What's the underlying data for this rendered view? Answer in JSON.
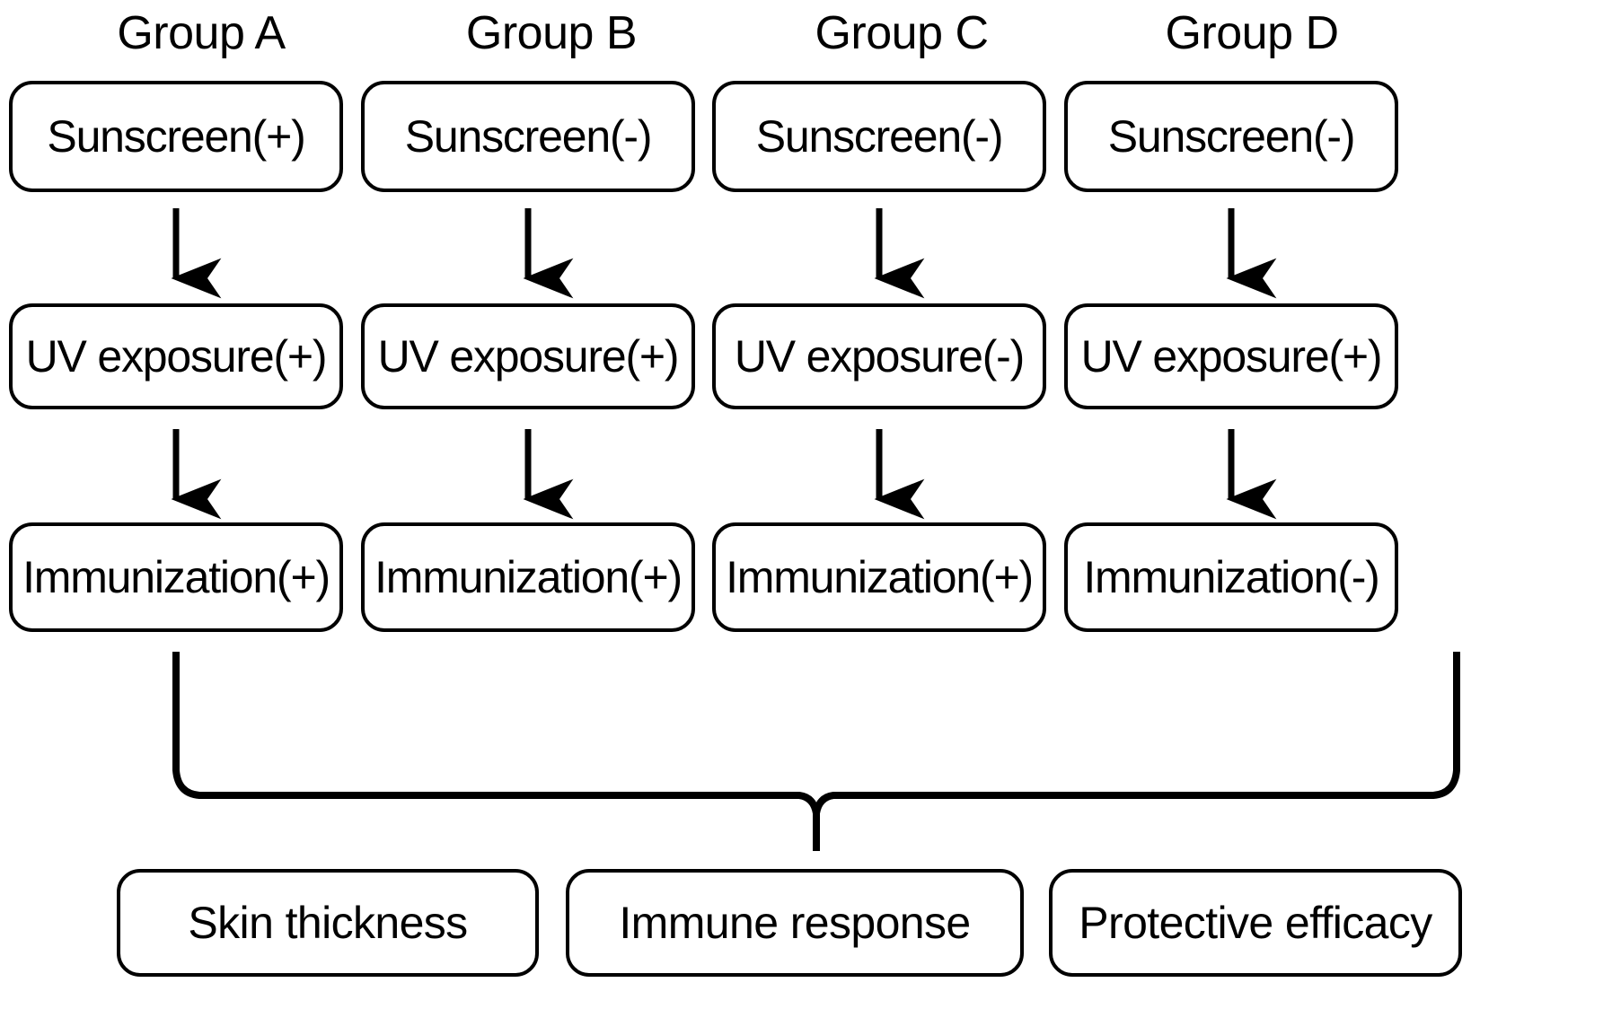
{
  "diagram": {
    "type": "experimental-design-flowchart",
    "background_color": "#ffffff",
    "line_color": "#000000",
    "columns": [
      {
        "header": "Group A",
        "steps": [
          "Sunscreen(+)",
          "UV exposure(+)",
          "Immunization(+)"
        ]
      },
      {
        "header": "Group B",
        "steps": [
          "Sunscreen(-)",
          "UV exposure(+)",
          "Immunization(+)"
        ]
      },
      {
        "header": "Group C",
        "steps": [
          "Sunscreen(-)",
          "UV exposure(-)",
          "Immunization(+)"
        ]
      },
      {
        "header": "Group D",
        "steps": [
          "Sunscreen(-)",
          "UV exposure(+)",
          "Immunization(-)"
        ]
      }
    ],
    "outcomes": [
      "Skin thickness",
      "Immune response",
      "Protective efficacy"
    ],
    "connector_icons": {
      "step_arrow": "down-arrow-icon",
      "merge": "curly-brace-icon"
    }
  }
}
